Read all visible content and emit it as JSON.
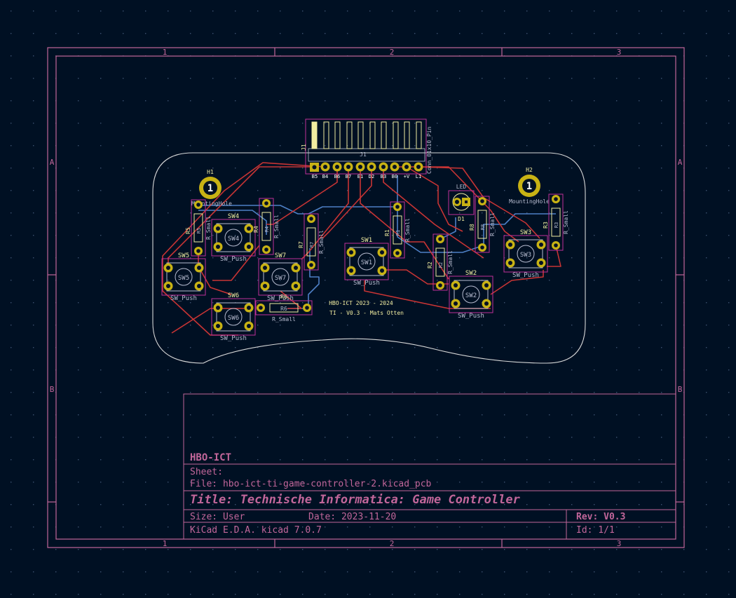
{
  "colors": {
    "background": "#001023",
    "frame": "#c2669a",
    "outline": "#d8d8d8",
    "copper_front": "#c83434",
    "copper_back": "#4d7fc4",
    "pad": "#c8b214",
    "pad_hole": "#001023",
    "courtyard": "#c0309a",
    "silk_front": "#f2eda1",
    "fab_front": "#b8bcd0"
  },
  "frame": {
    "col_labels": [
      "1",
      "2",
      "3"
    ],
    "row_labels": [
      "A",
      "B"
    ]
  },
  "title_block": {
    "company": "HBO-ICT",
    "sheet": "Sheet:",
    "file": "File: hbo-ict-ti-game-controller-2.kicad_pcb",
    "title": "Title: Technische Informatica: Game Controller",
    "size": "Size: User",
    "date": "Date: 2023-11-20",
    "rev": "Rev: V0.3",
    "tool": "KiCad E.D.A.  kicad 7.0.7",
    "id": "Id: 1/1"
  },
  "board_text": {
    "line1": "HBO-ICT 2023 - 2024",
    "line2": "TI - V0.3 - Mats Otten"
  },
  "connector": {
    "ref": "J1",
    "ref2": "J1",
    "value": "Conn_01x10_Pin",
    "pins": [
      "B5",
      "B4",
      "B6",
      "B7",
      "E1",
      "D2",
      "B3",
      "B0",
      "+V",
      "L1"
    ]
  },
  "mounting_holes": [
    {
      "ref": "H1",
      "value": "MountingHole",
      "pad": "1"
    },
    {
      "ref": "H2",
      "value": "MountingHole",
      "pad": "1"
    }
  ],
  "switches": [
    {
      "ref": "SW1",
      "fab": "SW1",
      "value": "SW_Push"
    },
    {
      "ref": "SW2",
      "fab": "SW2",
      "value": "SW_Push"
    },
    {
      "ref": "SW3",
      "fab": "SW3",
      "value": "SW_Push"
    },
    {
      "ref": "SW4",
      "fab": "SW4",
      "value": "SW_Push"
    },
    {
      "ref": "SW5",
      "fab": "SW5",
      "value": "SW_Push"
    },
    {
      "ref": "SW6",
      "fab": "SW6",
      "value": "SW_Push"
    },
    {
      "ref": "SW7",
      "fab": "SW7",
      "value": "SW_Push"
    }
  ],
  "resistors": [
    {
      "ref": "R1",
      "fab": "R1",
      "value": "R_Small"
    },
    {
      "ref": "R2",
      "fab": "R2",
      "value": "R_Small"
    },
    {
      "ref": "R3",
      "fab": "R3",
      "value": "R_Small"
    },
    {
      "ref": "R4",
      "fab": "R4",
      "value": "R_Small"
    },
    {
      "ref": "R5",
      "fab": "R5",
      "value": "R_Small"
    },
    {
      "ref": "R6",
      "fab": "R6",
      "value": "R_Small"
    },
    {
      "ref": "R7",
      "fab": "R7",
      "value": "R_Small"
    },
    {
      "ref": "R8",
      "fab": "R8",
      "value": "R_Small"
    }
  ],
  "led": {
    "ref": "D1",
    "value": "LED"
  }
}
